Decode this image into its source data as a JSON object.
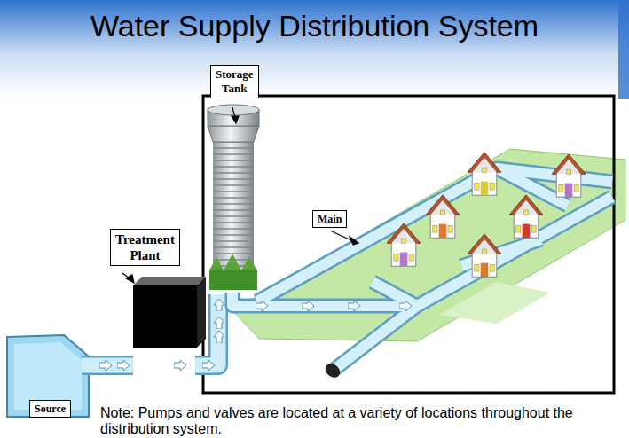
{
  "diagram": {
    "title": "Water Supply Distribution System",
    "nodes": [
      {
        "text": [
          "Storage Tank"
        ]
      },
      {
        "text": [
          "Main"
        ]
      },
      {
        "text": [
          "Treatment Plant"
        ]
      },
      {
        "text": [
          "Source"
        ]
      }
    ],
    "labels": [
      "Note: Pumps and valves are located at a variety of locations throughout the distribution system."
    ]
  }
}
